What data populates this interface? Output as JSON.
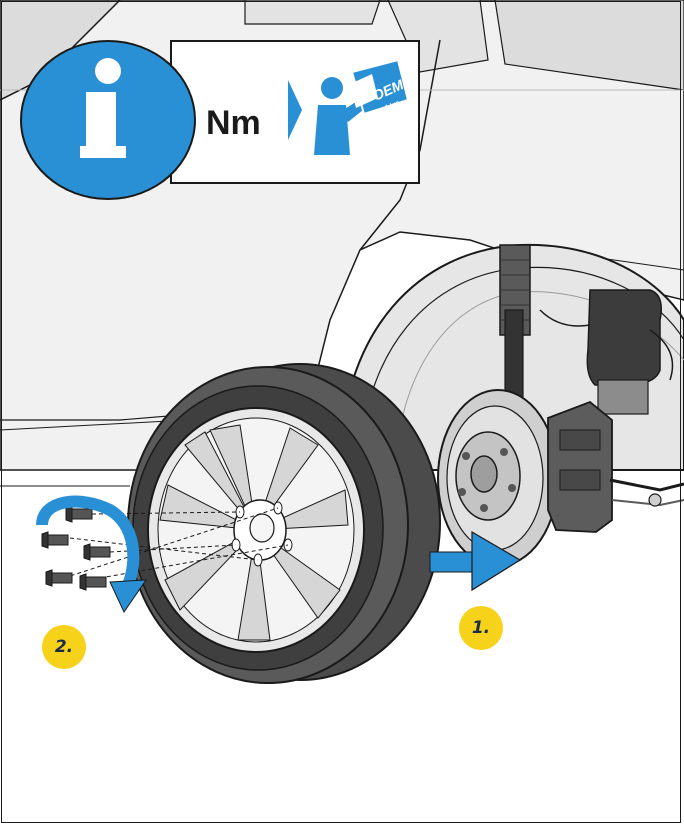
{
  "info_panel": {
    "torque_unit": "Nm",
    "manual_label": "OEM",
    "manual_unit": "Nm"
  },
  "steps": [
    {
      "label": "1."
    },
    {
      "label": "2."
    }
  ],
  "colors": {
    "accent_blue": "#2a90d5",
    "step_yellow": "#f6d21a",
    "car_body": "#f1f1f1",
    "tire": "#4b4b4b",
    "outline": "#1a1a1a"
  },
  "icons": [
    "info-icon",
    "mechanic-reading-manual-icon",
    "arrow-right-icon",
    "rotate-arrow-icon"
  ]
}
